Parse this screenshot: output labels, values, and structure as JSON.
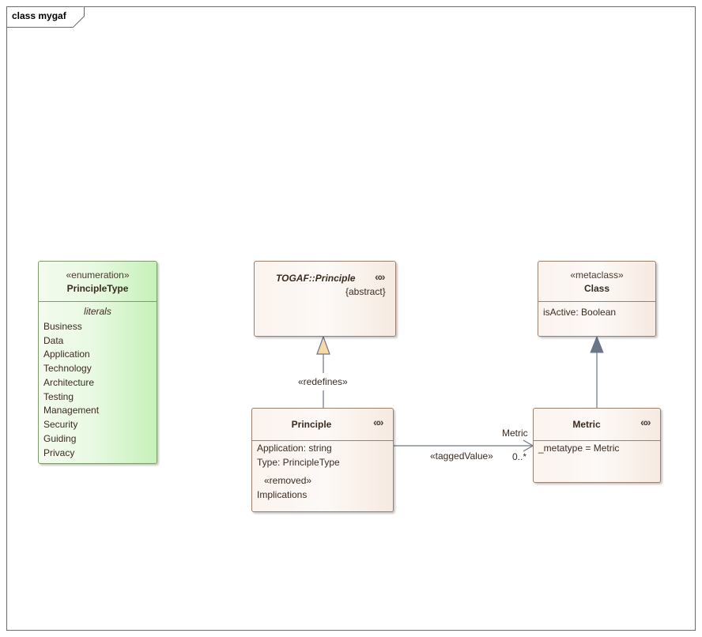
{
  "frame": {
    "title": "class mygaf"
  },
  "principle_type": {
    "stereotype": "«enumeration»",
    "name": "PrincipleType",
    "section_title": "literals",
    "literals": [
      "Business",
      "Data",
      "Application",
      "Technology",
      "Architecture",
      "Testing",
      "Management",
      "Security",
      "Guiding",
      "Privacy"
    ]
  },
  "togaf_principle": {
    "name": "TOGAF::Principle",
    "tag": "{abstract}",
    "marker": "«»"
  },
  "metaclass_class": {
    "stereotype": "«metaclass»",
    "name": "Class",
    "attributes": [
      "isActive: Boolean"
    ]
  },
  "principle": {
    "name": "Principle",
    "marker": "«»",
    "attributes": [
      "Application: string",
      "Type: PrincipleType"
    ],
    "removed_stereotype": "«removed»",
    "removed_attributes": [
      "Implications"
    ]
  },
  "metric": {
    "name": "Metric",
    "marker": "«»",
    "attributes": [
      "_metatype = Metric"
    ]
  },
  "edges": {
    "redefines_label": "«redefines»",
    "tagged_value_label": "«taggedValue»",
    "tagged_value_role": "Metric",
    "tagged_value_multiplicity": "0..*"
  },
  "colors": {
    "class_fill": "#fbf3ee",
    "class_border": "#9a7f6c",
    "enum_fill": "#c6f1b9",
    "edge_color": "#6b7588",
    "realize_head": "#f7d9a8",
    "generalize_head": "#6b7588"
  }
}
